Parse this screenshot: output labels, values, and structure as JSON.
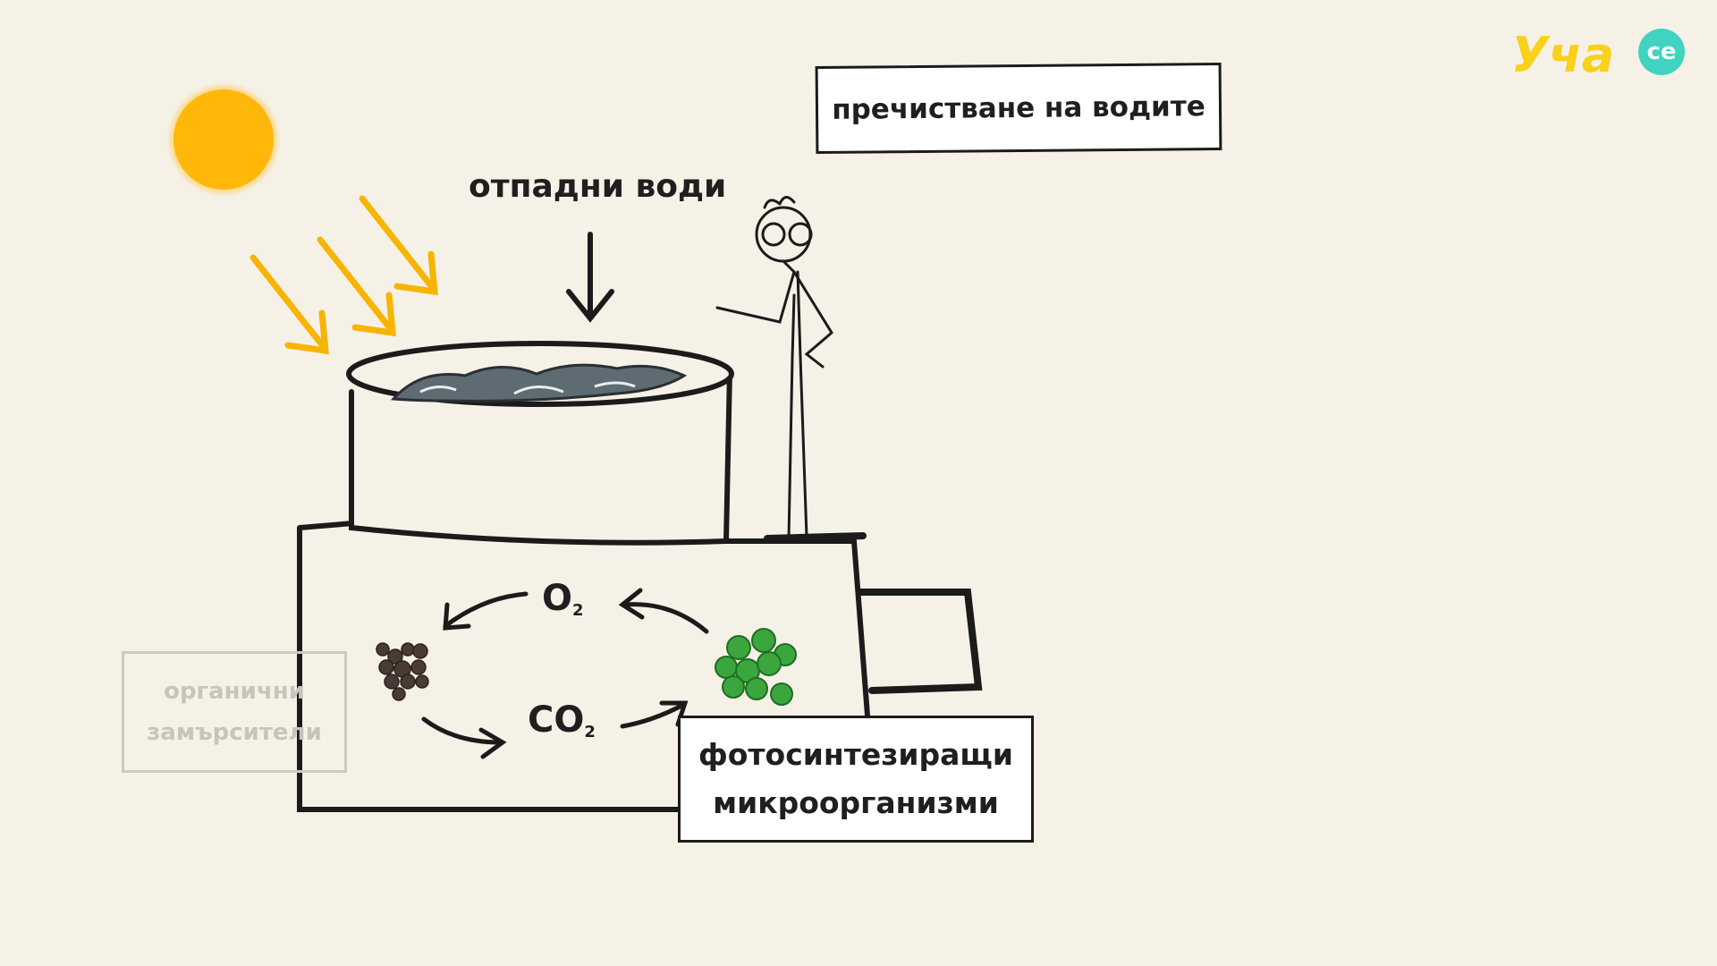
{
  "title_box": "пречистване на водите",
  "wastewater_label": "отпадни води",
  "oxygen": {
    "symbol": "O",
    "subscript": "2"
  },
  "carbon_dioxide": {
    "symbol": "CO",
    "subscript": "2"
  },
  "organic_pollutants": [
    "органични",
    "замърсители"
  ],
  "microorganisms": [
    "фотосинтезиращи",
    "микроорганизми"
  ],
  "logo": {
    "text": "Уча",
    "badge": "се"
  },
  "colors": {
    "background": "#f6f1e7",
    "sun": "#ffb80a",
    "sun_rays": "#f7b400",
    "water": "#5f6b72",
    "brown_particles": "#4a3b35",
    "green_particles": "#3aa63d",
    "logo_yellow": "#f9d01a",
    "logo_teal": "#3fd3c0",
    "faded_text": "#c9c4ba"
  }
}
